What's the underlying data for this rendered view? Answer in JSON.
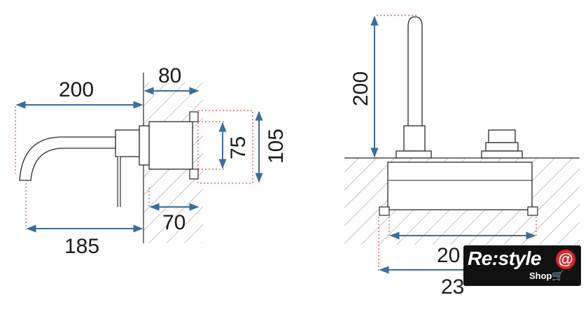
{
  "left_view": {
    "dim_spout_length": "200",
    "dim_body_depth": "80",
    "dim_plate_height": "75",
    "dim_box_height": "105",
    "dim_lever_depth": "70",
    "dim_overall_depth": "185"
  },
  "right_view": {
    "dim_spout_height": "200",
    "dim_box_width": "20",
    "dim_overall_width": "23"
  },
  "logo": {
    "brand": "Re:style",
    "sub": "Shop",
    "at_symbol": "@",
    "cart_symbol": "🛒"
  },
  "colors": {
    "dimension_line": "#3a6d9a",
    "outline": "#2a2a2a",
    "dotted": "#d24a4a",
    "hatch": "#8a8a8a"
  }
}
